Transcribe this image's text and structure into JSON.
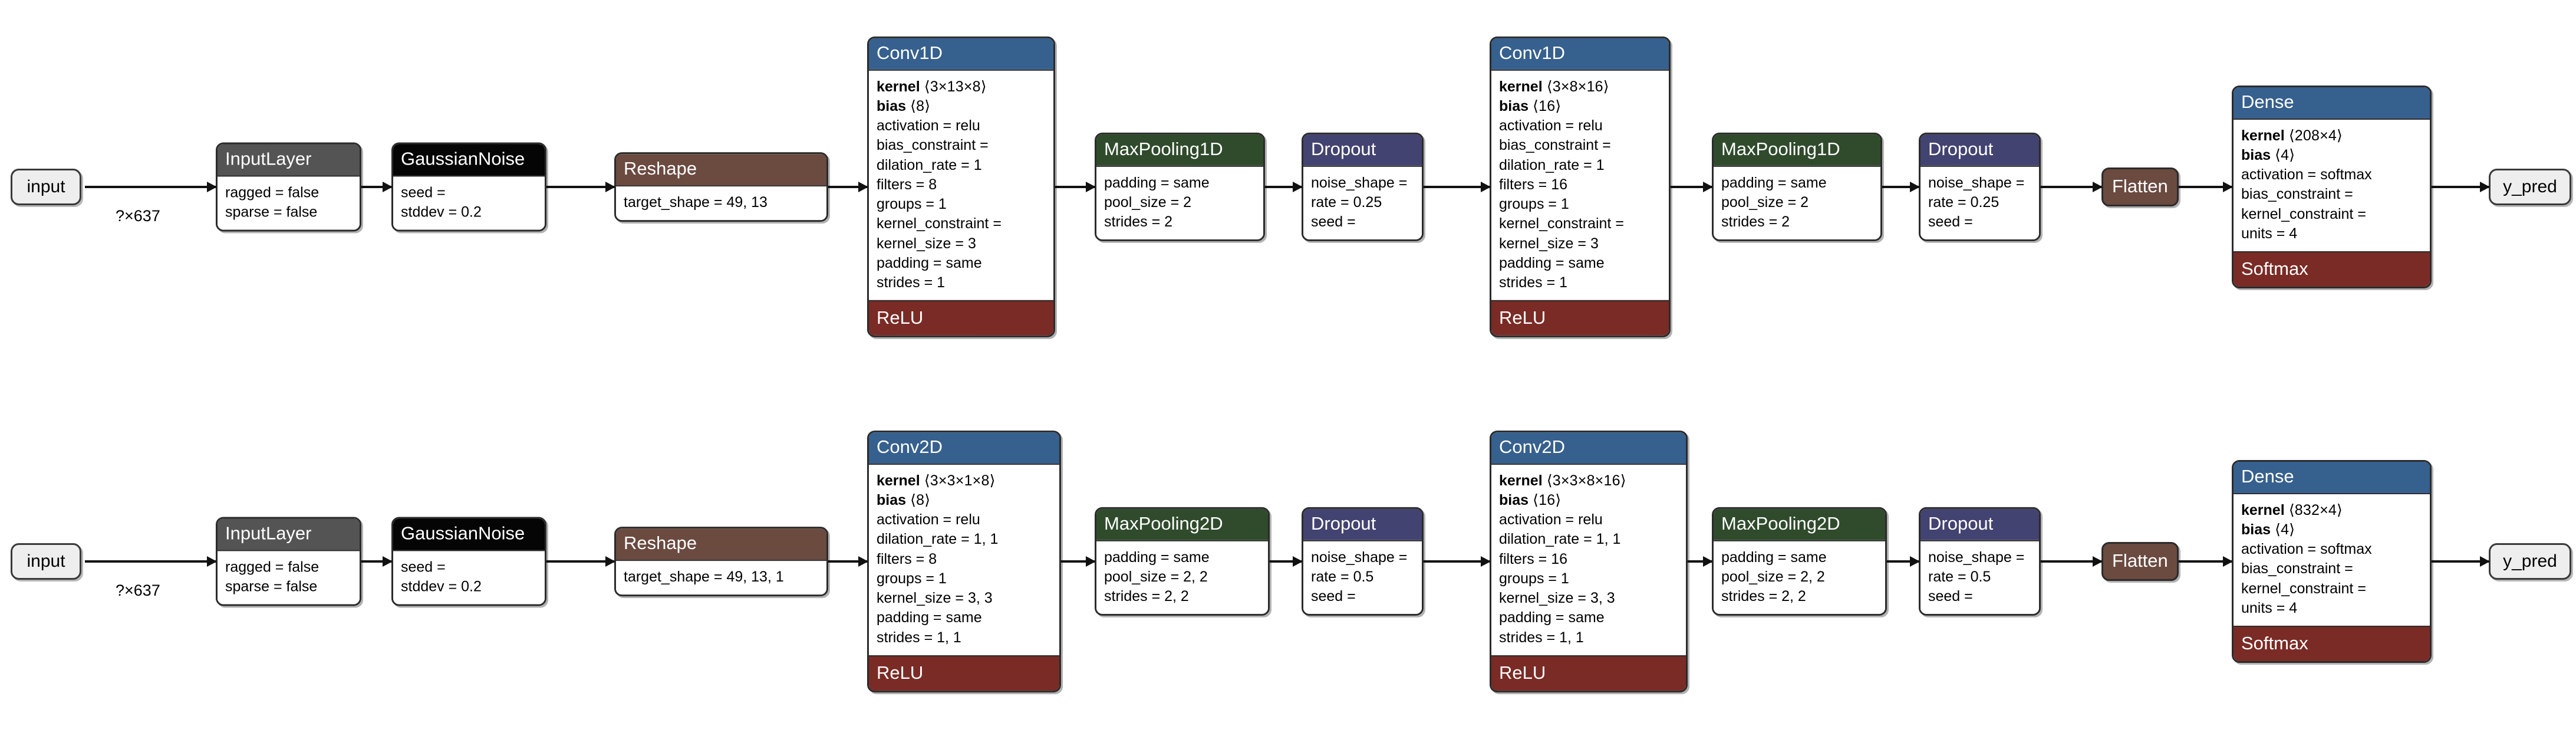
{
  "edge_label": "?×637",
  "colors": {
    "conv_header": "#36608E",
    "pool_header": "#2F4B2C",
    "dropout_header": "#434371",
    "relu_footer": "#7A2B25",
    "softmax_footer": "#7A2B25",
    "reshape_header": "#6B4A40",
    "flatten": "#6B4A40",
    "inputlayer_header": "#545454",
    "gaussiannoise_header": "#050505",
    "terminal_fill": "#EEEEEE",
    "border": "#2B2B2B"
  },
  "rows": [
    {
      "id": "row-1d",
      "name": "conv1d-pipeline",
      "input": {
        "label": "input"
      },
      "output": {
        "label": "y_pred"
      },
      "nodes": [
        {
          "name": "inputlayer",
          "header": "InputLayer",
          "body": [
            "ragged = false",
            "sparse = false"
          ],
          "footer": null
        },
        {
          "name": "gaussiannoise",
          "header": "GaussianNoise",
          "body": [
            "seed =",
            "stddev = 0.2"
          ],
          "footer": null
        },
        {
          "name": "reshape",
          "header": "Reshape",
          "body": [
            "target_shape = 49, 13"
          ],
          "footer": null
        },
        {
          "name": "conv1d-1",
          "header": "Conv1D",
          "body": [
            "kernel ⟨3×13×8⟩",
            "bias ⟨8⟩",
            "activation = relu",
            "bias_constraint =",
            "dilation_rate = 1",
            "filters = 8",
            "groups = 1",
            "kernel_constraint =",
            "kernel_size = 3",
            "padding = same",
            "strides = 1"
          ],
          "footer": "ReLU"
        },
        {
          "name": "maxpooling1d-1",
          "header": "MaxPooling1D",
          "body": [
            "padding = same",
            "pool_size = 2",
            "strides = 2"
          ],
          "footer": null
        },
        {
          "name": "dropout-1",
          "header": "Dropout",
          "body": [
            "noise_shape =",
            "rate = 0.25",
            "seed ="
          ],
          "footer": null
        },
        {
          "name": "conv1d-2",
          "header": "Conv1D",
          "body": [
            "kernel ⟨3×8×16⟩",
            "bias ⟨16⟩",
            "activation = relu",
            "bias_constraint =",
            "dilation_rate = 1",
            "filters = 16",
            "groups = 1",
            "kernel_constraint =",
            "kernel_size = 3",
            "padding = same",
            "strides = 1"
          ],
          "footer": "ReLU"
        },
        {
          "name": "maxpooling1d-2",
          "header": "MaxPooling1D",
          "body": [
            "padding = same",
            "pool_size = 2",
            "strides = 2"
          ],
          "footer": null
        },
        {
          "name": "dropout-2",
          "header": "Dropout",
          "body": [
            "noise_shape =",
            "rate = 0.25",
            "seed ="
          ],
          "footer": null
        },
        {
          "name": "flatten",
          "header": "Flatten",
          "body": [],
          "footer": null
        },
        {
          "name": "dense",
          "header": "Dense",
          "body": [
            "kernel ⟨208×4⟩",
            "bias ⟨4⟩",
            "activation = softmax",
            "bias_constraint =",
            "kernel_constraint =",
            "units = 4"
          ],
          "footer": "Softmax"
        }
      ]
    },
    {
      "id": "row-2d",
      "name": "conv2d-pipeline",
      "input": {
        "label": "input"
      },
      "output": {
        "label": "y_pred"
      },
      "nodes": [
        {
          "name": "inputlayer",
          "header": "InputLayer",
          "body": [
            "ragged = false",
            "sparse = false"
          ],
          "footer": null
        },
        {
          "name": "gaussiannoise",
          "header": "GaussianNoise",
          "body": [
            "seed =",
            "stddev = 0.2"
          ],
          "footer": null
        },
        {
          "name": "reshape",
          "header": "Reshape",
          "body": [
            "target_shape = 49, 13, 1"
          ],
          "footer": null
        },
        {
          "name": "conv2d-1",
          "header": "Conv2D",
          "body": [
            "kernel ⟨3×3×1×8⟩",
            "bias ⟨8⟩",
            "activation = relu",
            "dilation_rate = 1, 1",
            "filters = 8",
            "groups = 1",
            "kernel_size = 3, 3",
            "padding = same",
            "strides = 1, 1"
          ],
          "footer": "ReLU"
        },
        {
          "name": "maxpooling2d-1",
          "header": "MaxPooling2D",
          "body": [
            "padding = same",
            "pool_size = 2, 2",
            "strides = 2, 2"
          ],
          "footer": null
        },
        {
          "name": "dropout-1",
          "header": "Dropout",
          "body": [
            "noise_shape =",
            "rate = 0.5",
            "seed ="
          ],
          "footer": null
        },
        {
          "name": "conv2d-2",
          "header": "Conv2D",
          "body": [
            "kernel ⟨3×3×8×16⟩",
            "bias ⟨16⟩",
            "activation = relu",
            "dilation_rate = 1, 1",
            "filters = 16",
            "groups = 1",
            "kernel_size = 3, 3",
            "padding = same",
            "strides = 1, 1"
          ],
          "footer": "ReLU"
        },
        {
          "name": "maxpooling2d-2",
          "header": "MaxPooling2D",
          "body": [
            "padding = same",
            "pool_size = 2, 2",
            "strides = 2, 2"
          ],
          "footer": null
        },
        {
          "name": "dropout-2",
          "header": "Dropout",
          "body": [
            "noise_shape =",
            "rate = 0.5",
            "seed ="
          ],
          "footer": null
        },
        {
          "name": "flatten",
          "header": "Flatten",
          "body": [],
          "footer": null
        },
        {
          "name": "dense",
          "header": "Dense",
          "body": [
            "kernel ⟨832×4⟩",
            "bias ⟨4⟩",
            "activation = softmax",
            "bias_constraint =",
            "kernel_constraint =",
            "units = 4"
          ],
          "footer": "Softmax"
        }
      ]
    }
  ]
}
